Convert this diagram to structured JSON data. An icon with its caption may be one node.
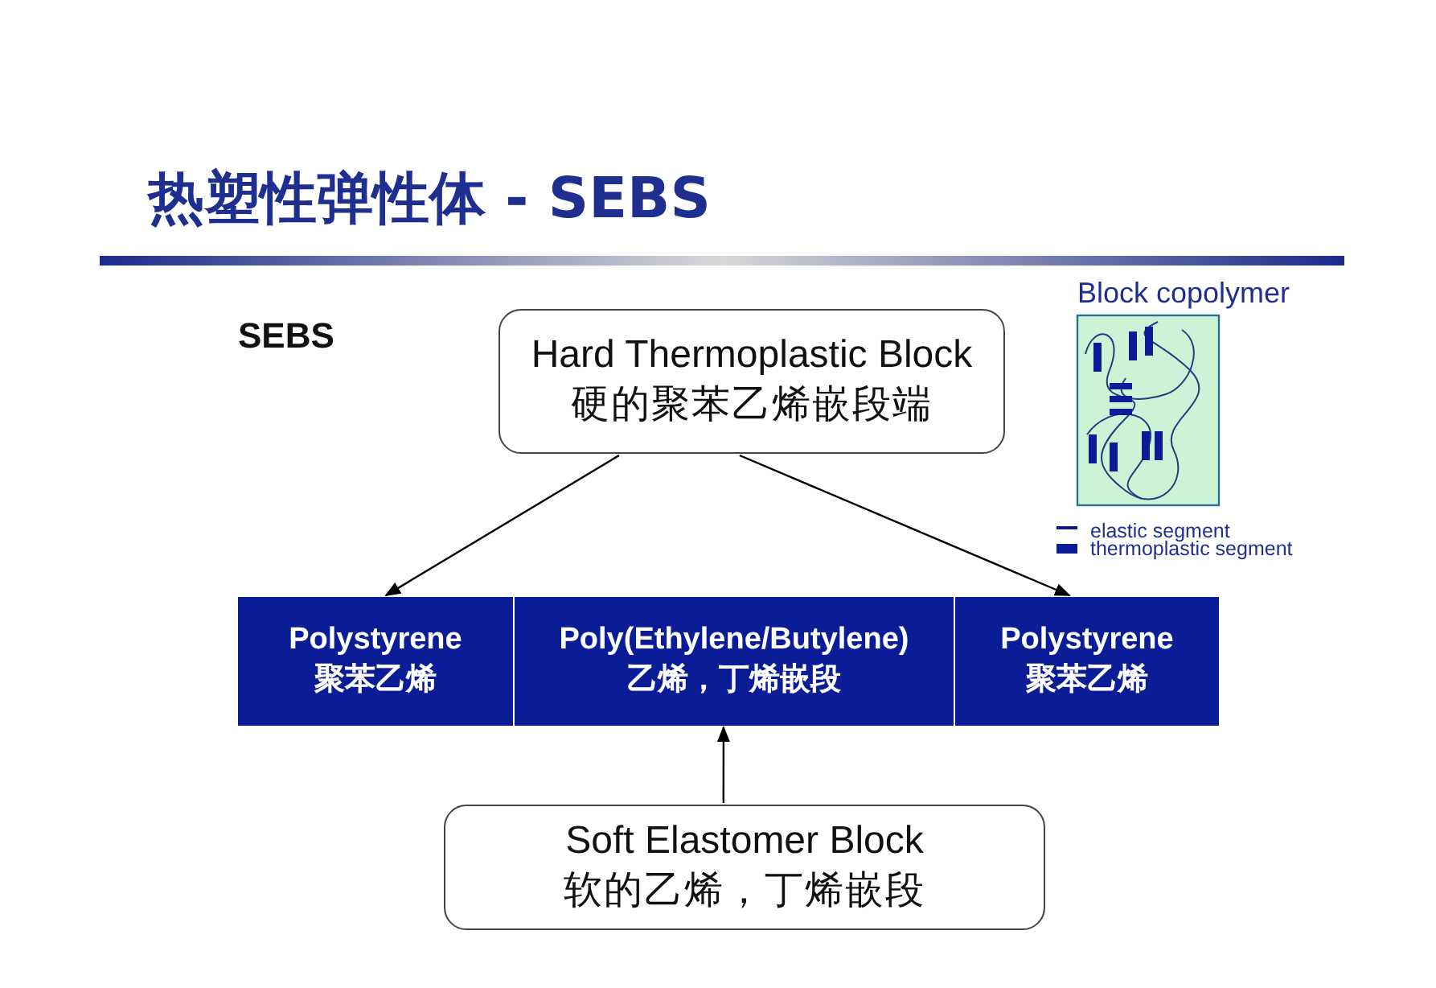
{
  "diagram": {
    "title": "热塑性弹性体 - SEBS",
    "nodes": [
      {
        "text": [
          "Hard Thermoplastic Block",
          "硬的聚苯乙烯嵌段端"
        ]
      },
      {
        "text": [
          "Polystyrene",
          "聚苯乙烯"
        ]
      },
      {
        "text": [
          "Poly(Ethylene/Butylene)",
          "乙烯，丁烯嵌段"
        ]
      },
      {
        "text": [
          "Polystyrene",
          "聚苯乙烯"
        ]
      },
      {
        "text": [
          "Soft Elastomer Block",
          "软的乙烯，丁烯嵌段"
        ]
      }
    ],
    "edges": [
      {
        "from": 0,
        "to": 1,
        "arrow": "to"
      },
      {
        "from": 0,
        "to": 3,
        "arrow": "to"
      },
      {
        "from": 4,
        "to": 2,
        "arrow": "to"
      }
    ],
    "labels": [
      "SEBS",
      "Block copolymer"
    ],
    "legend": [
      {
        "text": "elastic segment"
      },
      {
        "text": "thermoplastic segment"
      }
    ]
  }
}
